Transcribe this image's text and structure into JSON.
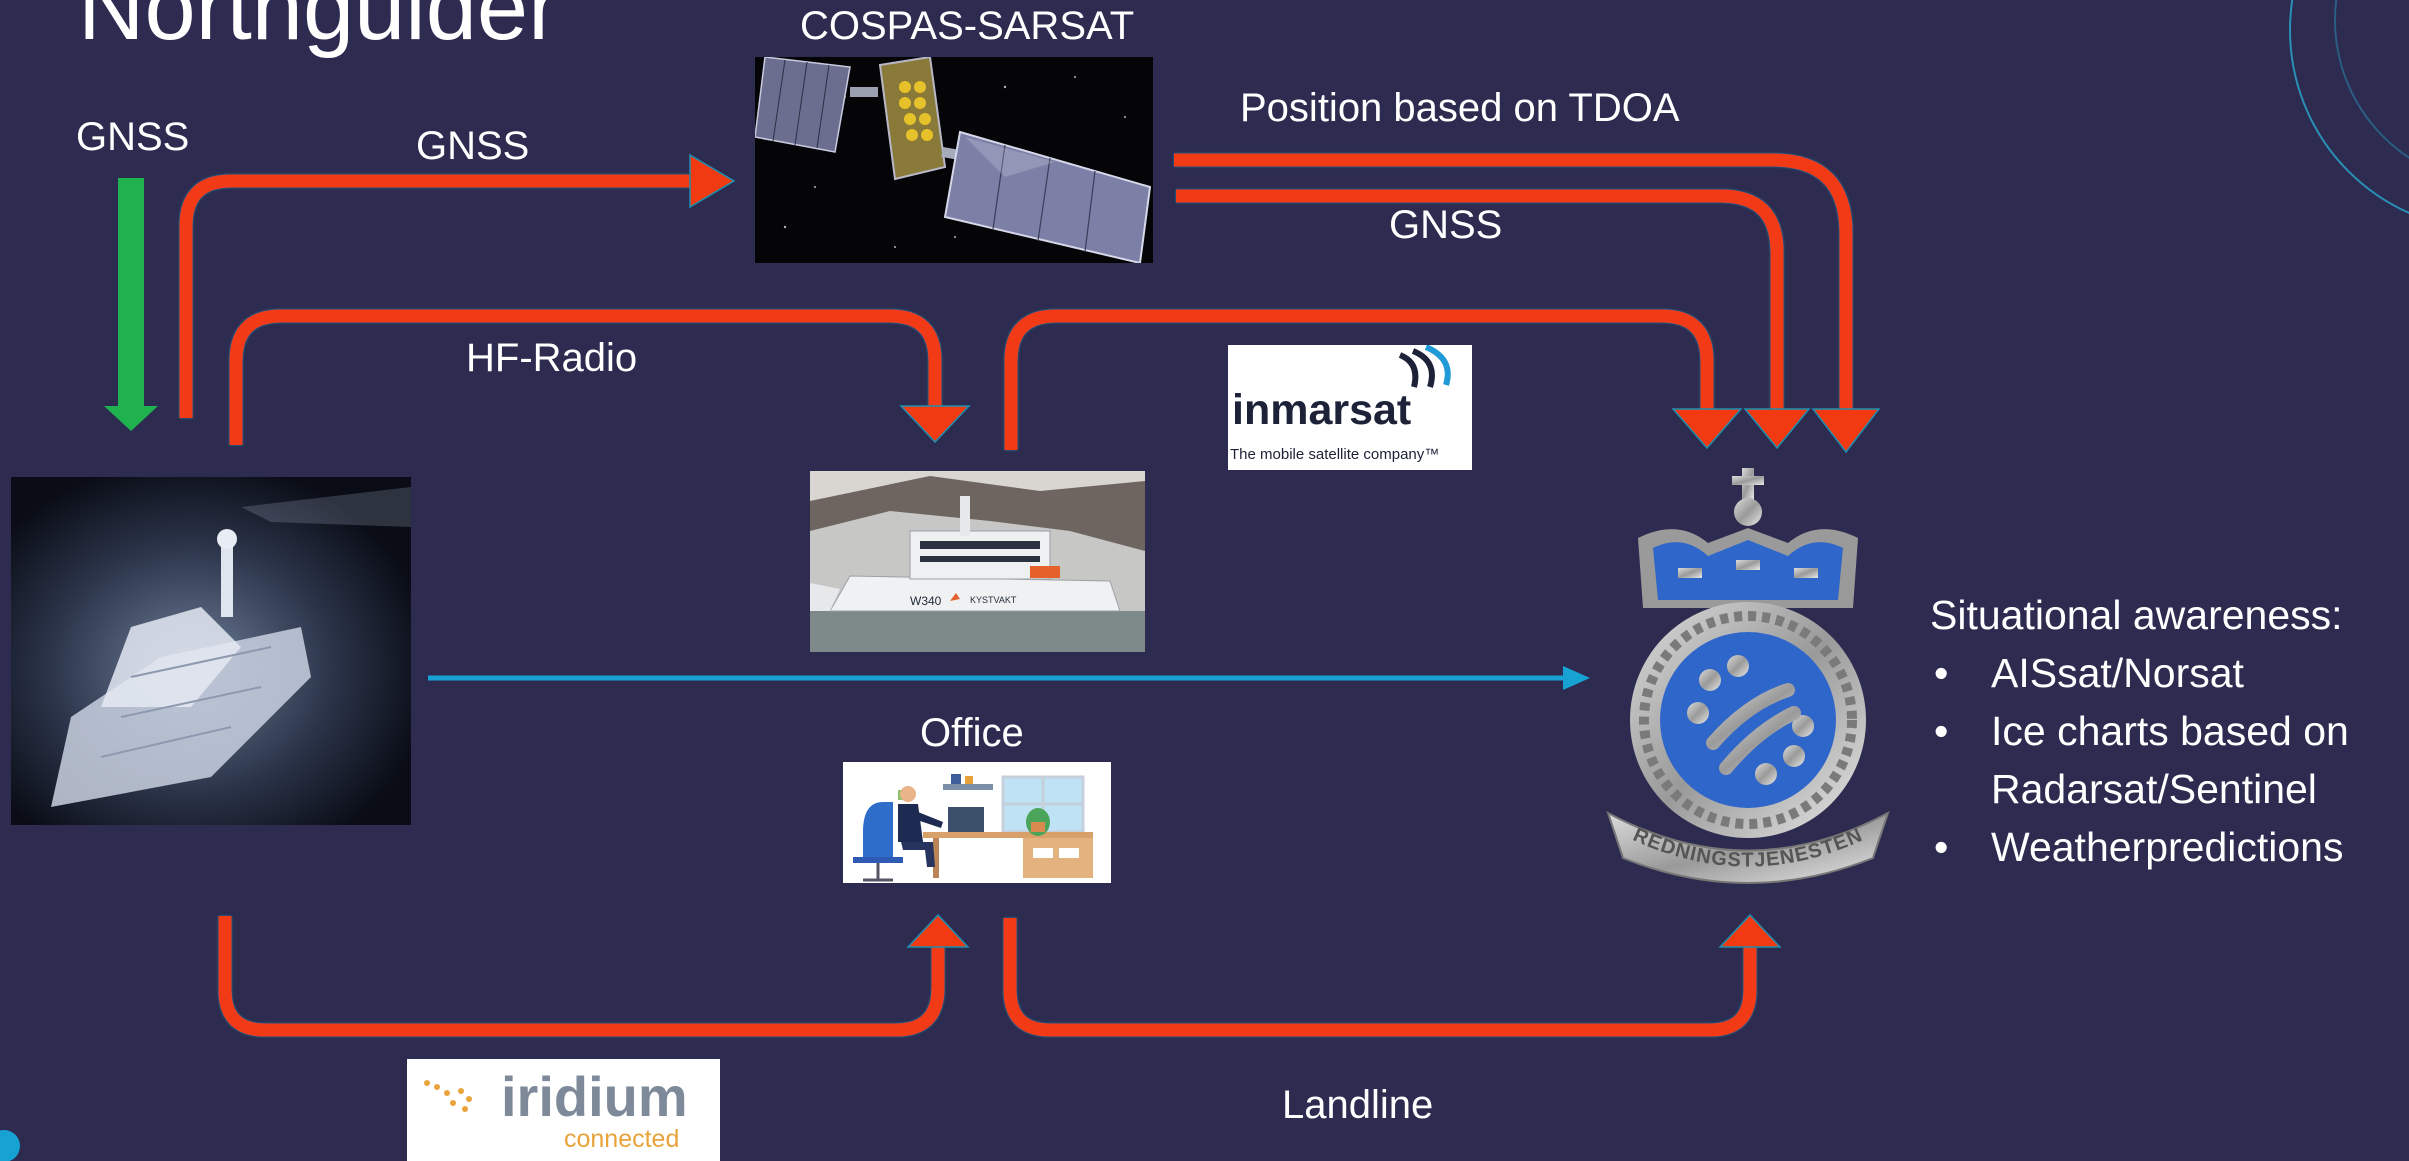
{
  "slide": {
    "title": "Northguider",
    "colors": {
      "background": "#2d2b4f",
      "arrow_red": "#f23a12",
      "arrow_green": "#1fb24f",
      "arrow_blue": "#16a3d4",
      "text": "#ffffff"
    }
  },
  "labels": {
    "cospas_sarsat": "COSPAS-SARSAT",
    "gnss_vertical": "GNSS",
    "gnss_to_satellite": "GNSS",
    "position_tdoa": "Position based on TDOA",
    "gnss_from_satellite": "GNSS",
    "hf_radio": "HF-Radio",
    "office": "Office",
    "landline": "Landline"
  },
  "logos": {
    "inmarsat_name": "inmarsat",
    "inmarsat_tagline": "The mobile satellite company™",
    "iridium_name": "iridium",
    "iridium_sub": "connected",
    "rescue_emblem_text": "REDNINGSTJENESTEN"
  },
  "ship_hull_markings": {
    "hull_number": "W340",
    "hull_name": "KYSTVAKT"
  },
  "situational_awareness": {
    "heading": "Situational awareness:",
    "items": [
      "AISsat/Norsat",
      "Ice charts based on Radarsat/Sentinel",
      "Weatherpredictions"
    ]
  },
  "icons": {
    "satellite": "satellite-photo",
    "vessel": "vessel-night-photo",
    "coastguard": "coastguard-ship-photo",
    "office": "office-worker-illustration",
    "emblem": "rescue-service-emblem"
  }
}
